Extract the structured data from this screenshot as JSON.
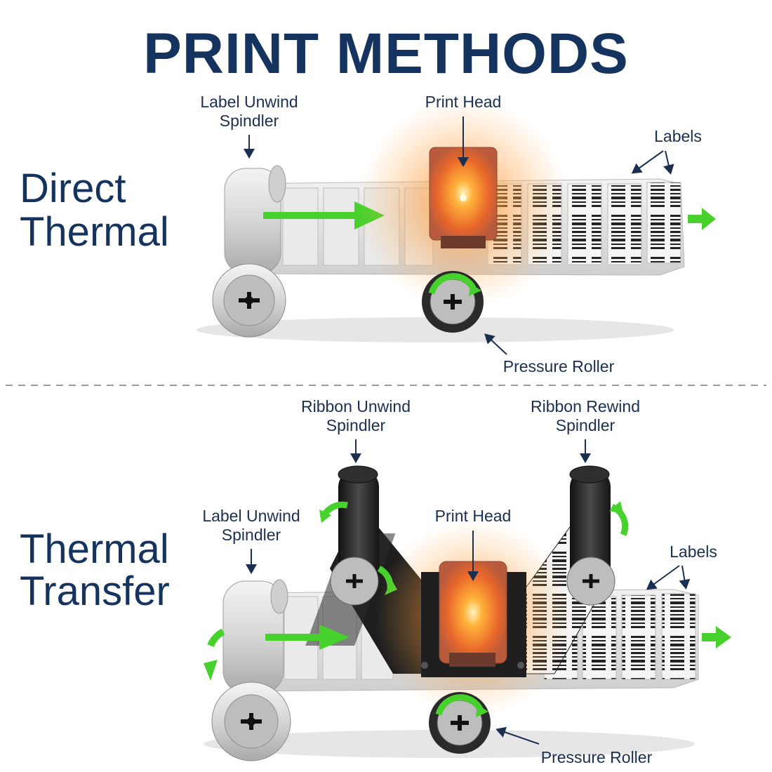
{
  "title": "PRINT METHODS",
  "colors": {
    "navy": "#14335f",
    "arrow_green": "#47d12c",
    "head_glow": "#ff8a1e",
    "divider": "#9a9a9a"
  },
  "direct_thermal": {
    "name_line1": "Direct",
    "name_line2": "Thermal",
    "label_unwind_line1": "Label Unwind",
    "label_unwind_line2": "Spindler",
    "print_head": "Print Head",
    "labels": "Labels",
    "pressure_roller": "Pressure Roller"
  },
  "thermal_transfer": {
    "name_line1": "Thermal",
    "name_line2": "Transfer",
    "ribbon_unwind_line1": "Ribbon Unwind",
    "ribbon_unwind_line2": "Spindler",
    "ribbon_rewind_line1": "Ribbon Rewind",
    "ribbon_rewind_line2": "Spindler",
    "label_unwind_line1": "Label Unwind",
    "label_unwind_line2": "Spindler",
    "print_head": "Print Head",
    "labels": "Labels",
    "pressure_roller": "Pressure Roller"
  }
}
